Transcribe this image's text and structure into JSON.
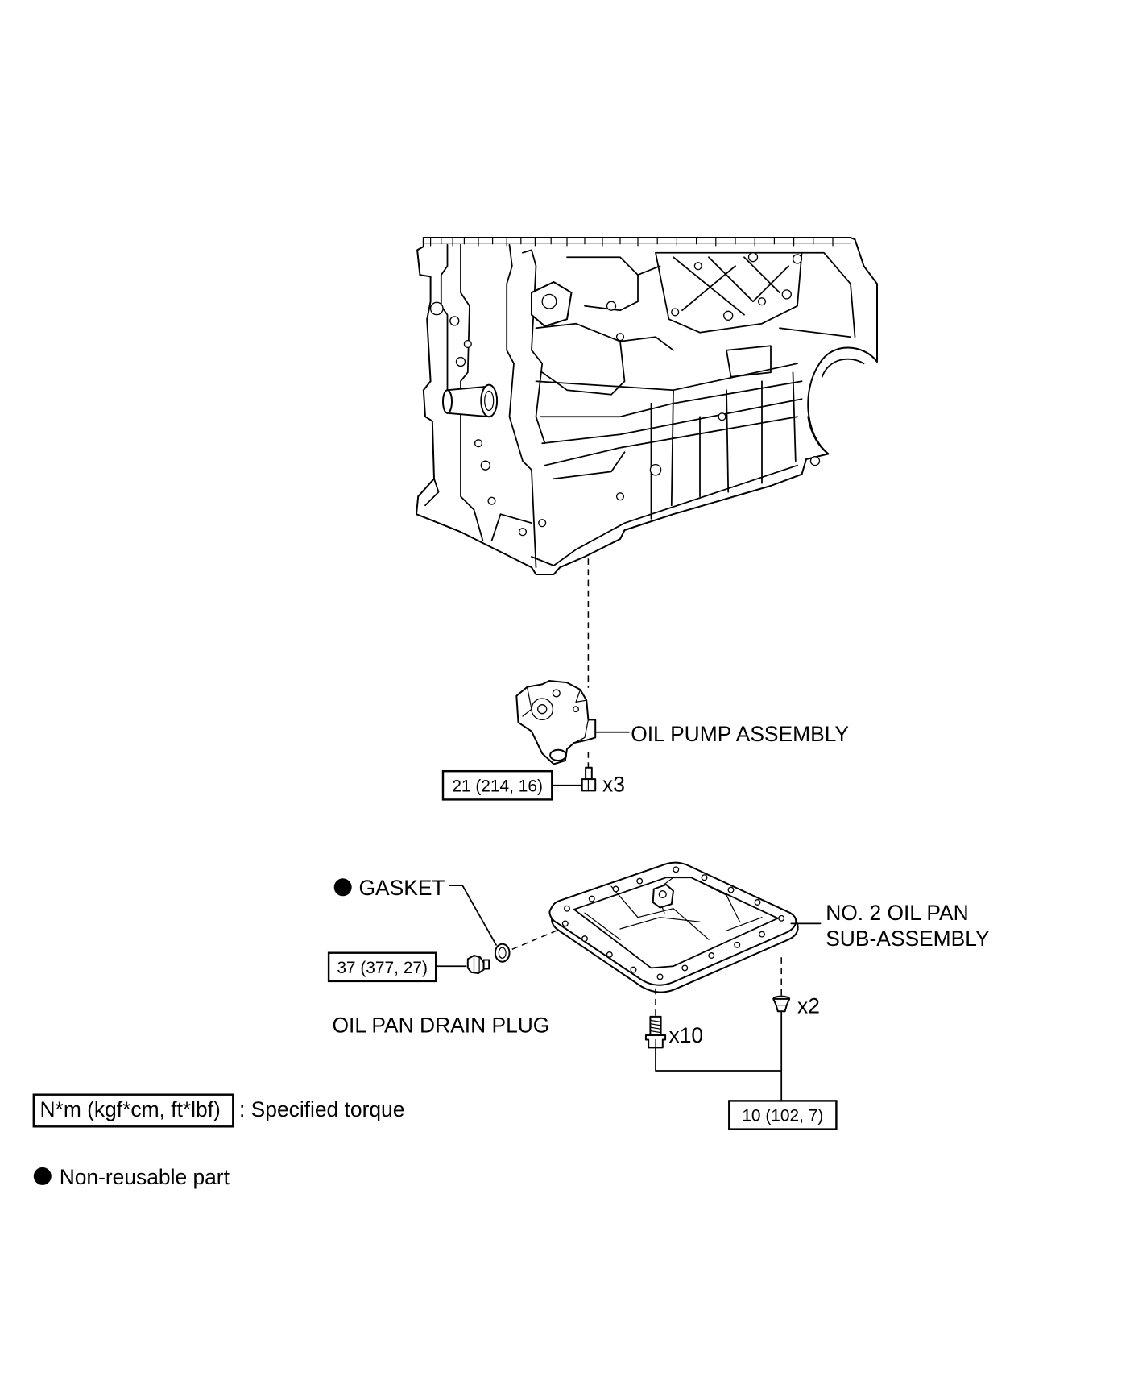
{
  "diagram": {
    "oil_pump": {
      "label": "OIL PUMP ASSEMBLY",
      "torque": "21 (214, 16)",
      "bolt_qty": "x3"
    },
    "gasket": {
      "label": "GASKET"
    },
    "drain_plug": {
      "label": "OIL PAN DRAIN PLUG",
      "torque": "37 (377, 27)"
    },
    "oil_pan": {
      "label_line1": "NO. 2 OIL PAN",
      "label_line2": "SUB-ASSEMBLY",
      "bolt_qty": "x10",
      "nut_qty": "x2",
      "torque": "10 (102, 7)"
    }
  },
  "legend": {
    "torque_units": "N*m (kgf*cm, ft*lbf)",
    "torque_description": ": Specified torque",
    "non_reusable": "Non-reusable part"
  },
  "colors": {
    "line": "#000000",
    "background": "#ffffff"
  }
}
